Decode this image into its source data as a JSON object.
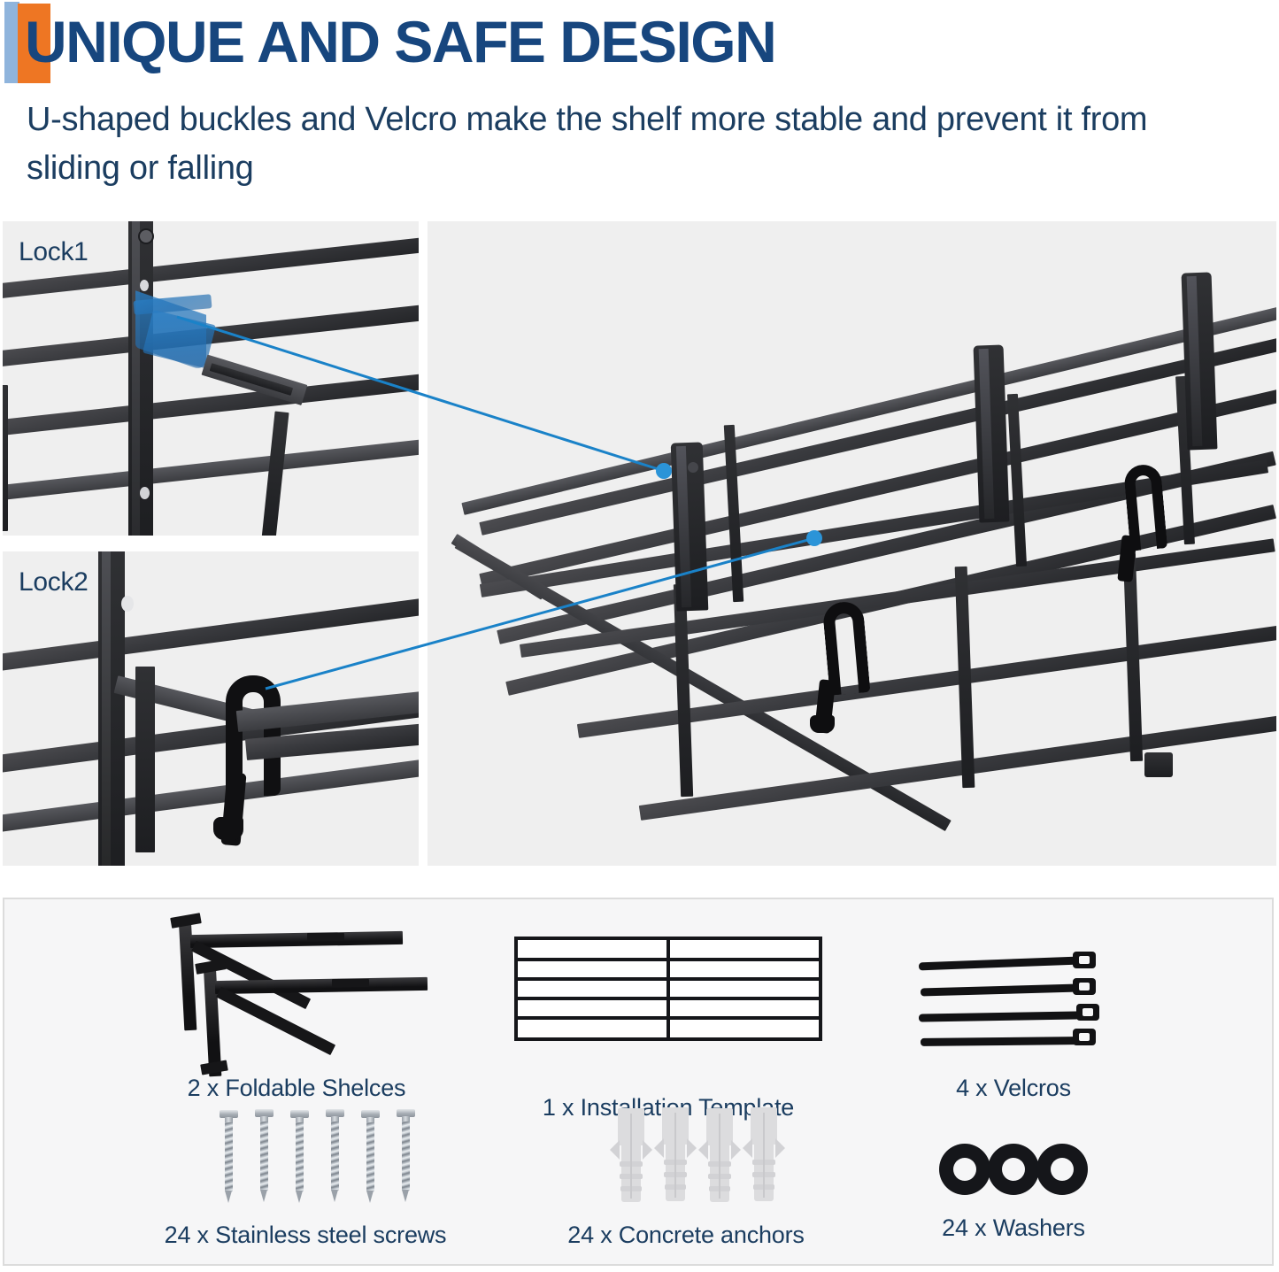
{
  "header": {
    "title": "UNIQUE AND SAFE DESIGN",
    "subtitle": "U-shaped buckles and Velcro make the shelf more stable and prevent it from sliding or falling",
    "accent_blue": "#8fb4dc",
    "accent_orange": "#ee7623",
    "title_color": "#17467e",
    "subtitle_color": "#1b3d60"
  },
  "photos": {
    "callout_color": "#1a82c8",
    "panel_bg": "#efefef",
    "lock1": {
      "label": "Lock1",
      "caption_color": "#1b3d60"
    },
    "lock2": {
      "label": "Lock2",
      "caption_color": "#1b3d60"
    },
    "main": {
      "label": ""
    }
  },
  "parts": {
    "panel_bg": "#f6f6f7",
    "border_color": "#dcdcdc",
    "label_color": "#1b3d60",
    "items": [
      {
        "label": "2 x Foldable Shelces",
        "icon": "foldable-shelf-bracket-icon",
        "qty": 2
      },
      {
        "label": "1 x Installation Template",
        "icon": "installation-template-icon",
        "qty": 1
      },
      {
        "label": "4 x Velcros",
        "icon": "velcro-strap-icon",
        "qty": 4
      },
      {
        "label": "24 x Stainless steel screws",
        "icon": "screw-icon",
        "qty": 24
      },
      {
        "label": "24 x Concrete anchors",
        "icon": "wall-anchor-icon",
        "qty": 24
      },
      {
        "label": "24 x Washers",
        "icon": "washer-icon",
        "qty": 24
      }
    ]
  }
}
